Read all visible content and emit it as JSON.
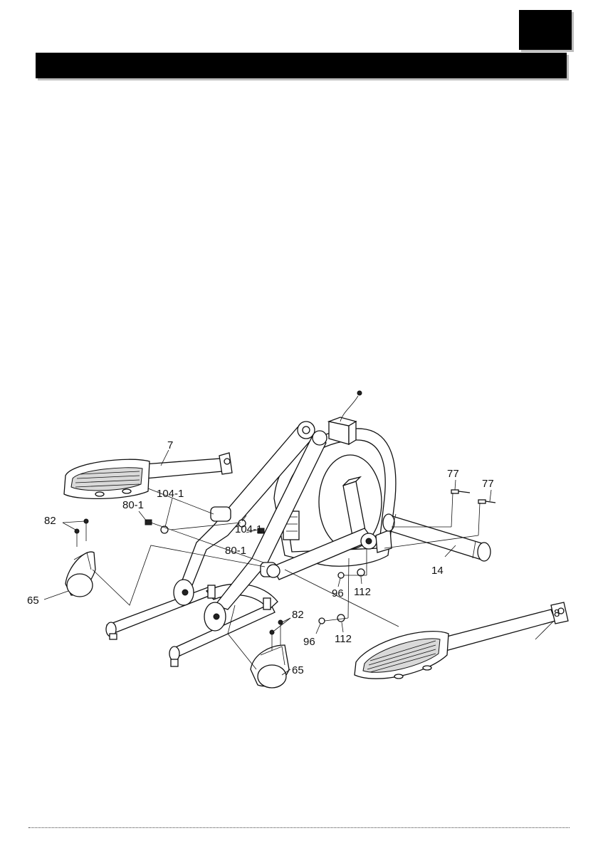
{
  "labels": {
    "p7": "7",
    "p8": "8",
    "p14": "14",
    "p65a": "65",
    "p65b": "65",
    "p77a": "77",
    "p77b": "77",
    "p80_1a": "80-1",
    "p80_1b": "80-1",
    "p82a": "82",
    "p82b": "82",
    "p96a": "96",
    "p96b": "96",
    "p104_1a": "104-1",
    "p104_1b": "104-1",
    "p112a": "112",
    "p112b": "112"
  }
}
